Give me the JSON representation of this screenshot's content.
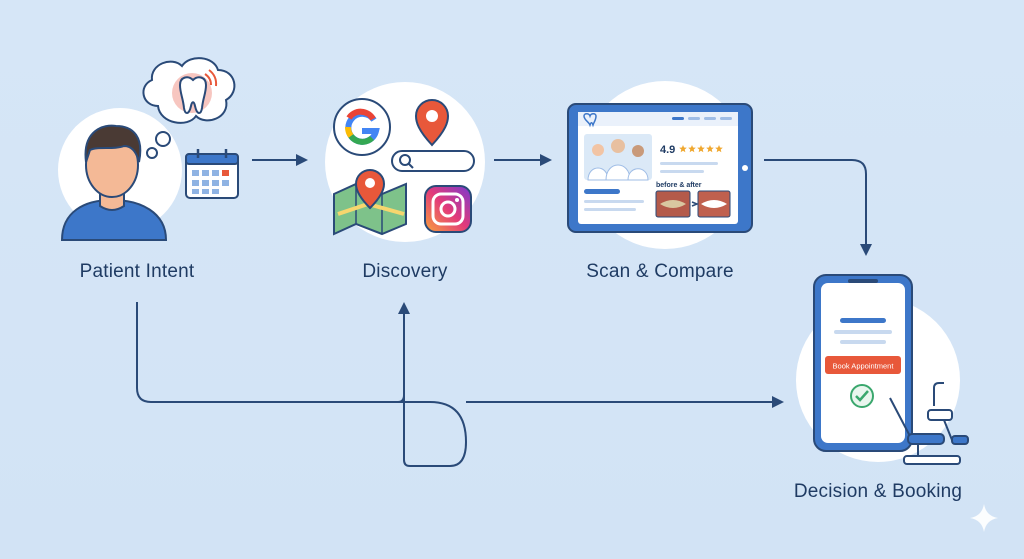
{
  "stages": {
    "intent": {
      "label": "Patient Intent"
    },
    "discovery": {
      "label": "Discovery"
    },
    "scan": {
      "label": "Scan & Compare"
    },
    "decision": {
      "label": "Decision & Booking"
    }
  },
  "review_card": {
    "rating": "4.9",
    "stars": 5,
    "before_after_label": "before & after"
  },
  "booking_phone": {
    "button_label": "Book Appointment"
  },
  "colors": {
    "background": "#d4e5f6",
    "ink": "#1f3b63",
    "accent_blue": "#3d77c9",
    "accent_red": "#e8583a",
    "star_gold": "#f0a830",
    "check_green": "#3aa76d"
  },
  "icons": [
    "person-icon",
    "thought-bubble-icon",
    "tooth-icon",
    "calendar-icon",
    "google-icon",
    "map-pin-icon",
    "search-bar-icon",
    "map-icon",
    "instagram-icon",
    "tablet-icon",
    "phone-icon",
    "check-icon",
    "dental-chair-icon",
    "sparkle-icon"
  ]
}
